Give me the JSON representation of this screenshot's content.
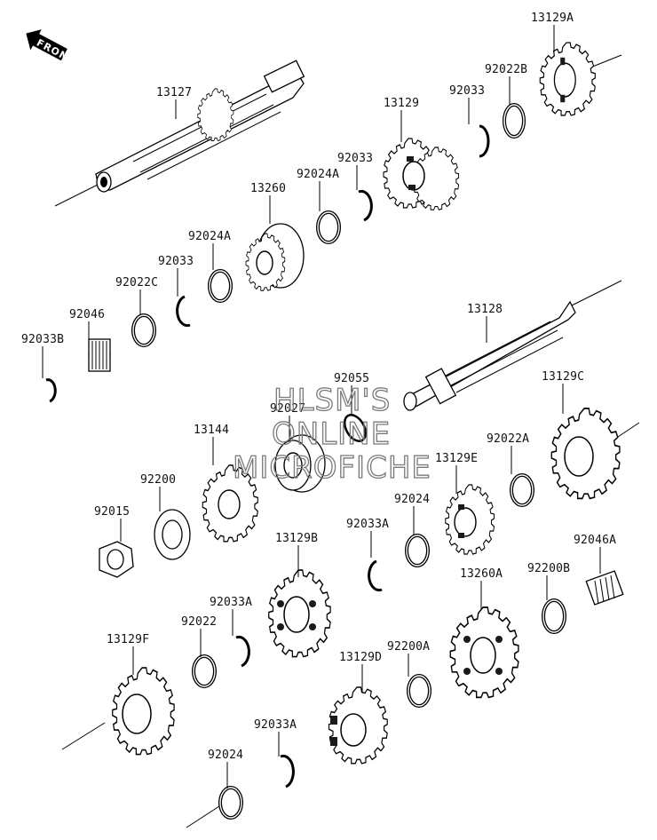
{
  "diagram": {
    "front_label": "FRONT",
    "watermark": [
      "HLSM'S",
      "ONLINE",
      "MICROFICHE"
    ],
    "part_numbers": {
      "p13127": "13127",
      "p13129A": "13129A",
      "p92022B": "92022B",
      "p92033_top": "92033",
      "p13129": "13129",
      "p92033_mid": "92033",
      "p92024A_top": "92024A",
      "p13260": "13260",
      "p92024A": "92024A",
      "p92033_left": "92033",
      "p92022C": "92022C",
      "p92046": "92046",
      "p92033B": "92033B",
      "p13128": "13128",
      "p92055": "92055",
      "p92027": "92027",
      "p13144": "13144",
      "p92200": "92200",
      "p92015": "92015",
      "p13129C": "13129C",
      "p92022A": "92022A",
      "p13129E": "13129E",
      "p92024_mid": "92024",
      "p92033A_mid": "92033A",
      "p13129B": "13129B",
      "p92046A": "92046A",
      "p92200B": "92200B",
      "p13260A": "13260A",
      "p92033A_low": "92033A",
      "p92022": "92022",
      "p13129F": "13129F",
      "p92200A": "92200A",
      "p13129D": "13129D",
      "p92033A_bot": "92033A",
      "p92024_bot": "92024"
    }
  }
}
